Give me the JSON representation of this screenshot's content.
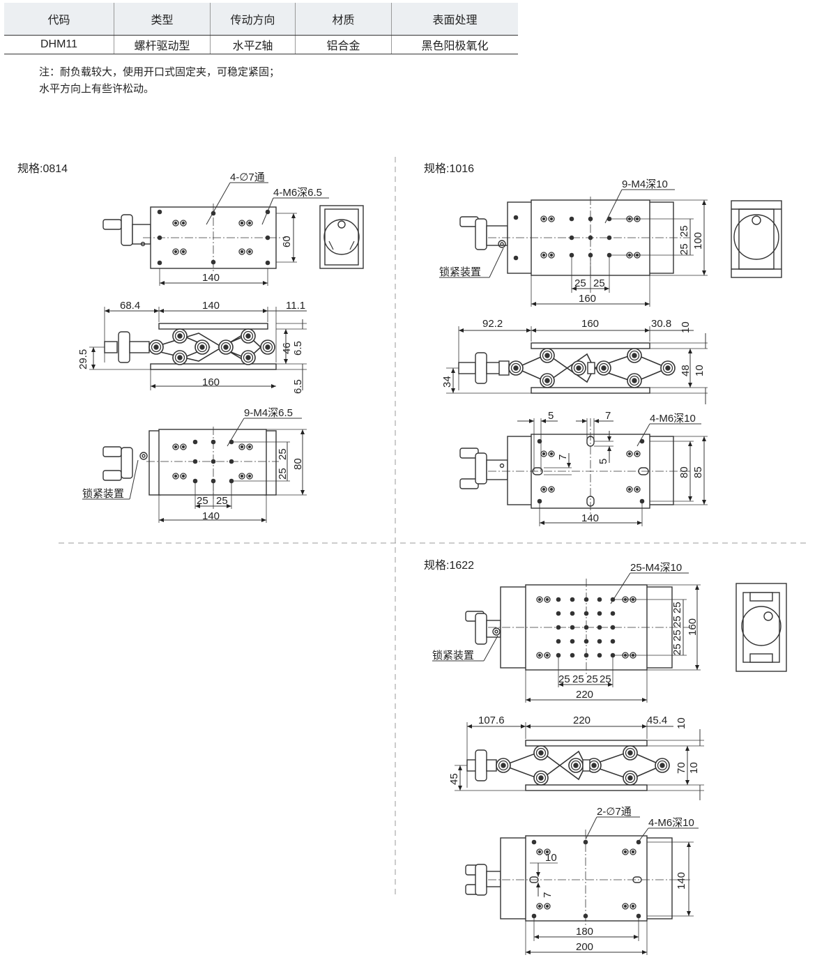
{
  "spec_table": {
    "headers": [
      "代码",
      "类型",
      "传动方向",
      "材质",
      "表面处理"
    ],
    "row": [
      "DHM11",
      "螺杆驱动型",
      "水平Z轴",
      "铝合金",
      "黑色阳极氧化"
    ]
  },
  "note": {
    "line1": "注：耐负载较大，使用开口式固定夹，可稳定紧固；",
    "line2": "水平方向上有些许松动。"
  },
  "sections": {
    "s0814": {
      "label": "规格:0814",
      "top": {
        "hole_callout": "4-∅7通",
        "thread_callout": "4-M6深6.5",
        "dim_h": "60",
        "dim_w": "140"
      },
      "side": {
        "d_left": "68.4",
        "d_mid": "140",
        "d_right": "11.1",
        "d_height": "46",
        "d_top": "6.5",
        "d_bot": "6.5",
        "d_shaft": "29.5",
        "d_base": "160"
      },
      "bottom": {
        "thread_callout": "9-M4深6.5",
        "lock": "锁紧装置",
        "d25a": "25",
        "d25b": "25",
        "d80": "80",
        "d25c": "25",
        "d25d": "25",
        "d140": "140"
      }
    },
    "s1016": {
      "label": "规格:1016",
      "top": {
        "thread_callout": "9-M4深10",
        "lock": "锁紧装置",
        "d25a": "25",
        "d25b": "25",
        "d100": "100",
        "d25c": "25",
        "d25d": "25",
        "d160": "160"
      },
      "side": {
        "d_left": "92.2",
        "d_mid": "160",
        "d_right": "30.8",
        "d_top": "10",
        "d_height": "48",
        "d_bot": "10",
        "d_shaft": "34"
      },
      "bottom": {
        "d5": "5",
        "d7": "7",
        "thread_callout": "4-M6深10",
        "d7v": "7",
        "d5v": "5",
        "d80": "80",
        "d85": "85",
        "d140": "140"
      }
    },
    "s1622": {
      "label": "规格:1622",
      "top": {
        "thread_callout": "25-M4深10",
        "lock": "锁紧装置",
        "d25s": "25",
        "d160": "160",
        "d220": "220"
      },
      "side": {
        "d_left": "107.6",
        "d_mid": "220",
        "d_right": "45.4",
        "d_top": "10",
        "d_height": "70",
        "d_bot": "10",
        "d_shaft": "45"
      },
      "bottom": {
        "hole_callout": "2-∅7通",
        "thread_callout": "4-M6深10",
        "d10": "10",
        "d7": "7",
        "d140": "140",
        "d180": "180",
        "d200": "200"
      }
    }
  }
}
